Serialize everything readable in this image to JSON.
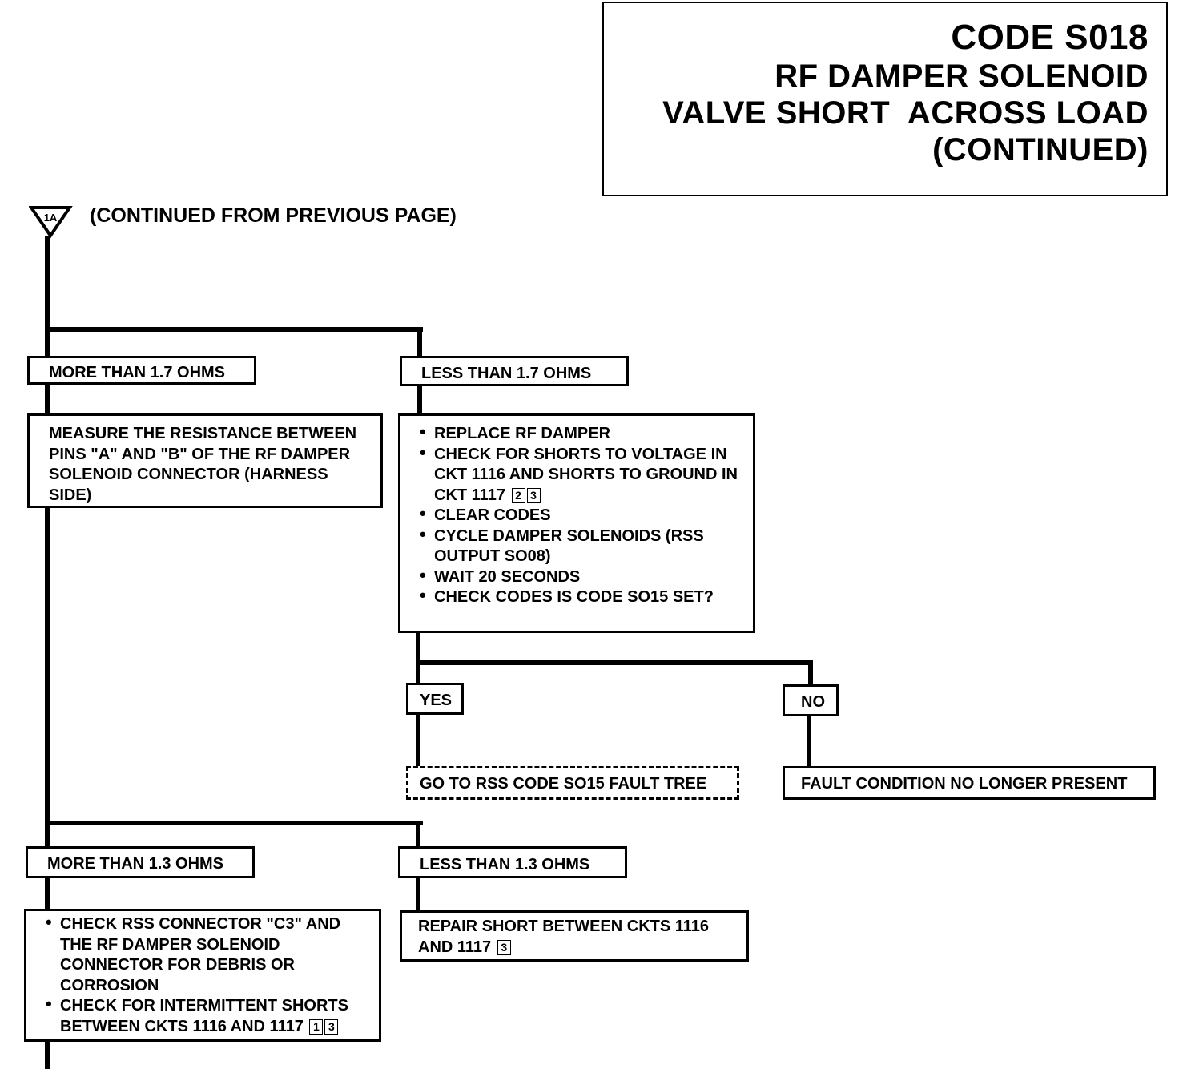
{
  "title": {
    "code": "CODE S018",
    "line2": "RF DAMPER SOLENOID",
    "line3": "VALVE SHORT  ACROSS LOAD",
    "line4": "(CONTINUED)"
  },
  "connector": {
    "symbol": "1A",
    "text": "(CONTINUED FROM PREVIOUS PAGE)"
  },
  "branch1": {
    "left_label": "MORE THAN 1.7 OHMS",
    "right_label": "LESS THAN 1.7 OHMS",
    "measure_text": "MEASURE THE RESISTANCE BETWEEN PINS \"A\" AND \"B\" OF THE RF DAMPER SOLENOID CONNECTOR (HARNESS SIDE)",
    "steps": [
      {
        "text": "REPLACE RF DAMPER",
        "refs": []
      },
      {
        "text": "CHECK FOR SHORTS TO VOLTAGE IN CKT 1116 AND SHORTS TO GROUND IN CKT 1117",
        "refs": [
          "2",
          "3"
        ]
      },
      {
        "text": "CLEAR CODES",
        "refs": []
      },
      {
        "text": "CYCLE DAMPER SOLENOIDS (RSS OUTPUT SO08)",
        "refs": []
      },
      {
        "text": "WAIT 20 SECONDS",
        "refs": []
      },
      {
        "text": "CHECK CODES IS CODE SO15 SET?",
        "refs": []
      }
    ],
    "yes_label": "YES",
    "no_label": "NO",
    "yes_result": "GO TO RSS CODE SO15 FAULT TREE",
    "no_result": "FAULT CONDITION NO LONGER PRESENT"
  },
  "branch2": {
    "left_label": "MORE THAN 1.3 OHMS",
    "right_label": "LESS THAN 1.3 OHMS",
    "left_steps": [
      {
        "text": "CHECK RSS CONNECTOR \"C3\" AND THE RF DAMPER SOLENOID CONNECTOR FOR DEBRIS OR CORROSION",
        "refs": []
      },
      {
        "text": "CHECK FOR INTERMITTENT SHORTS BETWEEN CKTS 1116 AND 1117",
        "refs": [
          "1",
          "3"
        ]
      }
    ],
    "right_text": "REPAIR SHORT BETWEEN CKTS 1116 AND 1117",
    "right_refs": [
      "3"
    ]
  }
}
